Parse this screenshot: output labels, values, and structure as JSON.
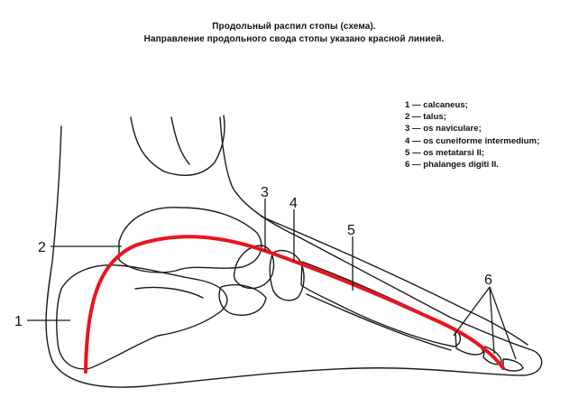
{
  "title": {
    "line1": "Продольный распил стопы (схема).",
    "line2": "Направление продольного свода стопы указано красной линией."
  },
  "legend": [
    {
      "num": "1",
      "text": "1 — calcaneus;"
    },
    {
      "num": "2",
      "text": "2 — talus;"
    },
    {
      "num": "3",
      "text": "3 — os naviculare;"
    },
    {
      "num": "4",
      "text": "4 — os cuneiforme intermedium;"
    },
    {
      "num": "5",
      "text": "5 — os metatarsi II;"
    },
    {
      "num": "6",
      "text": "6 — phalanges digiti II."
    }
  ],
  "labels": {
    "l1": "1",
    "l2": "2",
    "l3": "3",
    "l4": "4",
    "l5": "5",
    "l6": "6"
  },
  "colors": {
    "arch_line": "#e8141e",
    "outline": "#1a1a1a"
  }
}
